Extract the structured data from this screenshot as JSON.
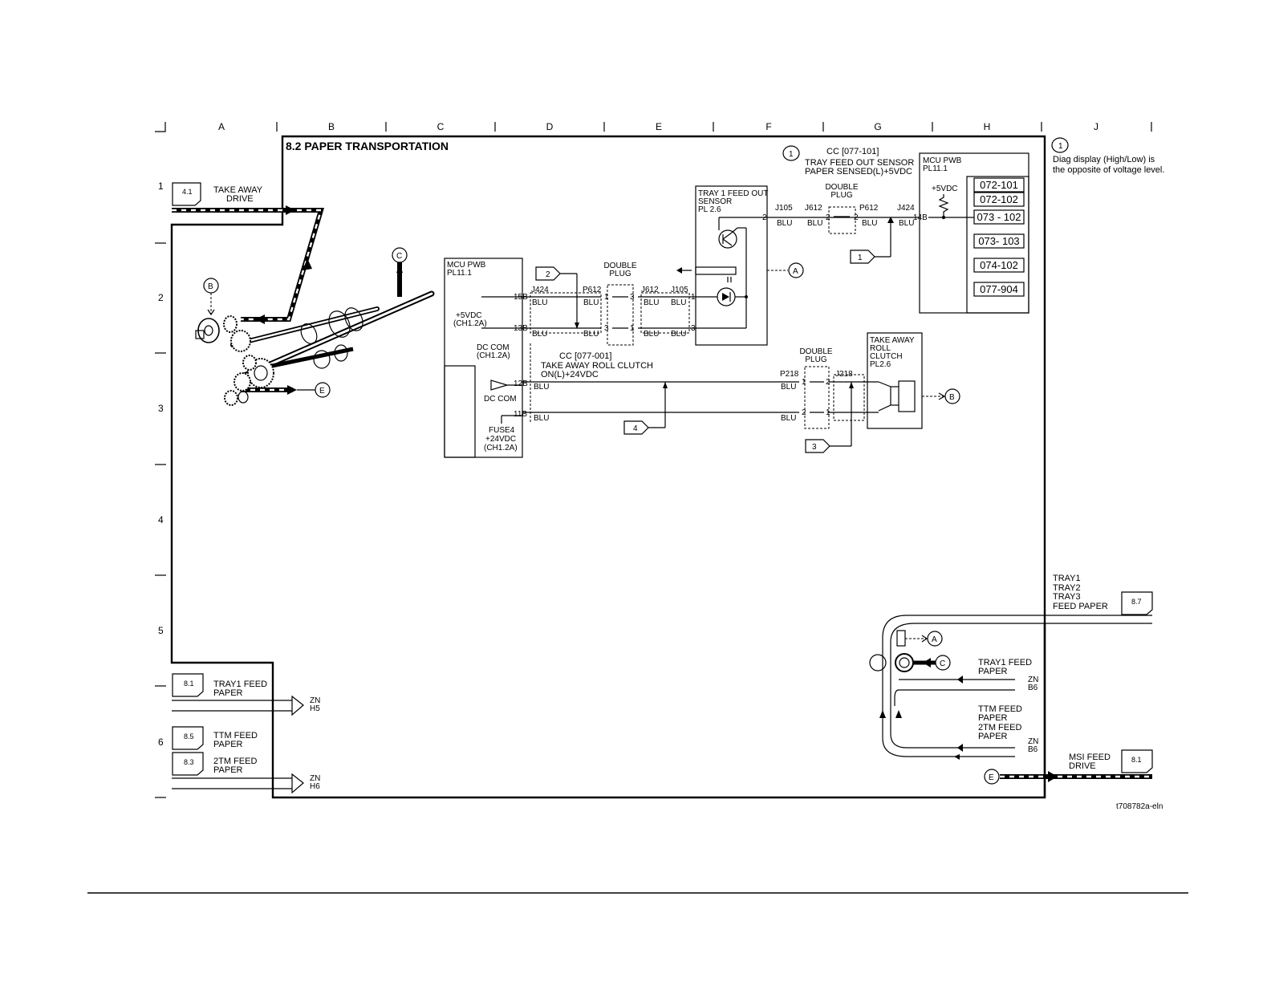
{
  "title": "8.2 PAPER TRANSPORTATION",
  "doc_id": "t708782a-eln",
  "columns": [
    "A",
    "B",
    "C",
    "D",
    "E",
    "F",
    "G",
    "H",
    "J"
  ],
  "rows": [
    "1",
    "2",
    "3",
    "4",
    "5",
    "6"
  ],
  "note": {
    "num": "1",
    "line1": "Diag display (High/Low) is",
    "line2": "the opposite of voltage level."
  },
  "cc_sensor": {
    "num": "1",
    "line1": "CC [077-101]",
    "line2": "TRAY   FEED OUT SENSOR",
    "line3": "PAPER SENSED(L)+5VDC"
  },
  "mcu_right": {
    "line1": "MCU PWB",
    "line2": "PL11.1",
    "vdc": "+5VDC",
    "codes": [
      "072-101",
      "072-102",
      "073 - 102",
      "073- 103",
      "074-102",
      "077-904"
    ]
  },
  "mcu_left": {
    "line1": "MCU PWB",
    "line2": "PL11.1",
    "v5": "+5VDC",
    "ch1": "(CH1.2A)",
    "dc": "DC COM",
    "ch2": "(CH1.2A)",
    "dc2": "DC COM",
    "fuse": "FUSE4",
    "v24": "+24VDC",
    "ch3": "(CH1.2A)"
  },
  "sensor": {
    "line1": "TRAY 1 FEED OUT",
    "line2": "SENSOR",
    "line3": "PL 2.6"
  },
  "clutch": {
    "line1": "TAKE AWAY",
    "line2": "ROLL",
    "line3": "CLUTCH",
    "line4": "PL2.6"
  },
  "plug": {
    "line1": "DOUBLE",
    "line2": "PLUG"
  },
  "cc_clutch": {
    "line1": "CC [077-001]",
    "line2": "TAKE AWAY ROLL CLUTCH",
    "line3": "ON(L)+24VDC"
  },
  "connectors": {
    "j105": "J105",
    "j612": "J612",
    "p612": "P612",
    "j424": "J424",
    "p218": "P218",
    "j218": "J218"
  },
  "pins": {
    "p14b": "14B",
    "p15b": "15B",
    "p13b": "13B",
    "p12b": "12B",
    "p11b": "11B",
    "n1": "1",
    "n2": "2",
    "n3": "3"
  },
  "wire_color": "BLU",
  "flags": {
    "f1": "1",
    "f2": "2",
    "f3": "3",
    "f4": "4"
  },
  "refs": {
    "A": "A",
    "B": "B",
    "C": "C",
    "E": "E"
  },
  "take_away_drive": {
    "ref": "4.1",
    "line1": "TAKE AWAY",
    "line2": "DRIVE"
  },
  "tray1_feed": {
    "ref": "8.1",
    "line1": "TRAY1 FEED",
    "line2": "PAPER",
    "zn": "ZN",
    "zone": "H5"
  },
  "ttm_feed": {
    "ref": "8.5",
    "line1": "TTM FEED",
    "line2": "PAPER"
  },
  "tm2_feed": {
    "ref": "8.3",
    "line1": "2TM FEED",
    "line2": "PAPER",
    "zn": "ZN",
    "zone": "H6"
  },
  "trays": {
    "t1": "TRAY1",
    "t2": "TRAY2",
    "t3": "TRAY3",
    "label": "FEED PAPER",
    "ref": "8.7"
  },
  "right_tray1": {
    "line1": "TRAY1 FEED",
    "line2": "PAPER",
    "zn": "ZN",
    "zone": "B6"
  },
  "right_ttm": {
    "line1": "TTM FEED",
    "line2": "PAPER",
    "line3": "2TM FEED",
    "line4": "PAPER",
    "zn": "ZN",
    "zone": "B6"
  },
  "msi": {
    "line1": "MSI  FEED",
    "line2": "DRIVE",
    "ref": "8.1"
  }
}
